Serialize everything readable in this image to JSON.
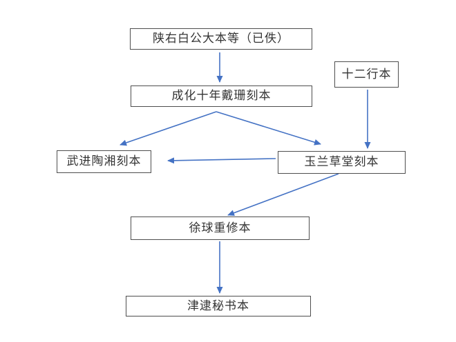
{
  "diagram": {
    "type": "flowchart",
    "description": "Filiation chart of woodblock editions",
    "colors": {
      "arrow": "#4472c4",
      "box_border": "#4d4d4d",
      "box_fill": "#ffffff",
      "text": "#333333",
      "background": "#ffffff"
    },
    "nodes": [
      {
        "id": "shaanyou-ben",
        "label": "陕右白公大本等（已佚）"
      },
      {
        "id": "chenghua-ben",
        "label": "成化十年戴珊刻本"
      },
      {
        "id": "shierhang-ben",
        "label": "十二行本"
      },
      {
        "id": "wujin-ben",
        "label": "武进陶湘刻本"
      },
      {
        "id": "yulan-ben",
        "label": "玉兰草堂刻本"
      },
      {
        "id": "xuqiu-ben",
        "label": "徐球重修本"
      },
      {
        "id": "jindai-ben",
        "label": "津逮秘书本"
      }
    ],
    "edges": [
      {
        "from": "shaanyou-ben",
        "to": "chenghua-ben"
      },
      {
        "from": "chenghua-ben",
        "to": "wujin-ben"
      },
      {
        "from": "chenghua-ben",
        "to": "yulan-ben"
      },
      {
        "from": "shierhang-ben",
        "to": "yulan-ben"
      },
      {
        "from": "yulan-ben",
        "to": "wujin-ben"
      },
      {
        "from": "yulan-ben",
        "to": "xuqiu-ben"
      },
      {
        "from": "xuqiu-ben",
        "to": "jindai-ben"
      }
    ]
  }
}
